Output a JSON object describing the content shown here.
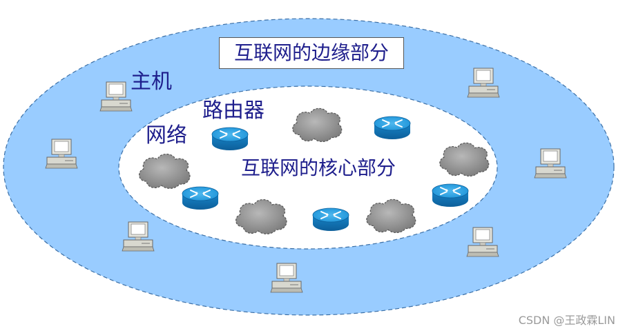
{
  "diagram": {
    "edge_title": "互联网的边缘部分",
    "core_title": "互联网的核心部分",
    "label_host": "主机",
    "label_router": "路由器",
    "label_network": "网络"
  },
  "colors": {
    "outer_fill": "#99ccff",
    "inner_fill": "#ffffff",
    "router": "#1f8fd0",
    "cloud": "#9a9a9a",
    "text": "#1e1e8c"
  },
  "watermark": "CSDN @王政霖LIN"
}
